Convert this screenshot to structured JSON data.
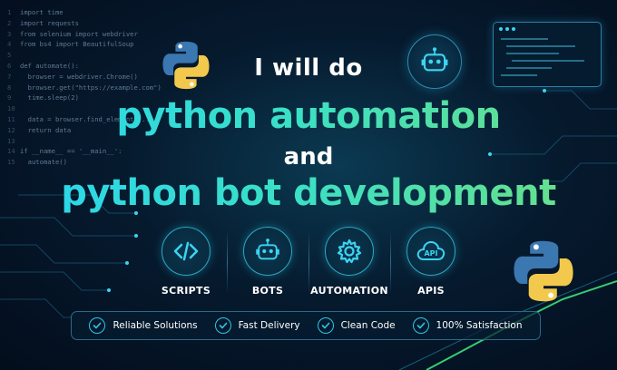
{
  "code": {
    "lines": [
      {
        "n": "1",
        "t": "import time"
      },
      {
        "n": "2",
        "t": "import requests"
      },
      {
        "n": "3",
        "t": "from selenium import webdriver"
      },
      {
        "n": "4",
        "t": "from bs4 import BeautifulSoup"
      },
      {
        "n": "5",
        "t": ""
      },
      {
        "n": "6",
        "t": "def automate():"
      },
      {
        "n": "7",
        "t": "  browser = webdriver.Chrome()"
      },
      {
        "n": "8",
        "t": "  browser.get(\"https://example.com\")"
      },
      {
        "n": "9",
        "t": "  time.sleep(2)"
      },
      {
        "n": "10",
        "t": ""
      },
      {
        "n": "11",
        "t": "  data = browser.find_elements(..."
      },
      {
        "n": "12",
        "t": "  return data"
      },
      {
        "n": "13",
        "t": ""
      },
      {
        "n": "14",
        "t": "if __name__ == '__main__':"
      },
      {
        "n": "15",
        "t": "  automate()"
      }
    ]
  },
  "title": {
    "line1": "I will do",
    "line2": "python automation",
    "line3": "and",
    "line4": "python bot development"
  },
  "features": [
    {
      "icon": "code-icon",
      "label": "SCRIPTS"
    },
    {
      "icon": "robot-icon",
      "label": "BOTS"
    },
    {
      "icon": "gear-icon",
      "label": "AUTOMATION"
    },
    {
      "icon": "api-cloud-icon",
      "label": "APIS",
      "icon_text": "API"
    }
  ],
  "badges": [
    {
      "label": "Reliable Solutions"
    },
    {
      "label": "Fast Delivery"
    },
    {
      "label": "Clean Code"
    },
    {
      "label": "100% Satisfaction"
    }
  ],
  "colors": {
    "accent_cyan": "#2ad4f0",
    "accent_green": "#6fe082",
    "python_blue": "#3b77b0",
    "python_yellow": "#f2c94c",
    "background": "#061a2e"
  }
}
